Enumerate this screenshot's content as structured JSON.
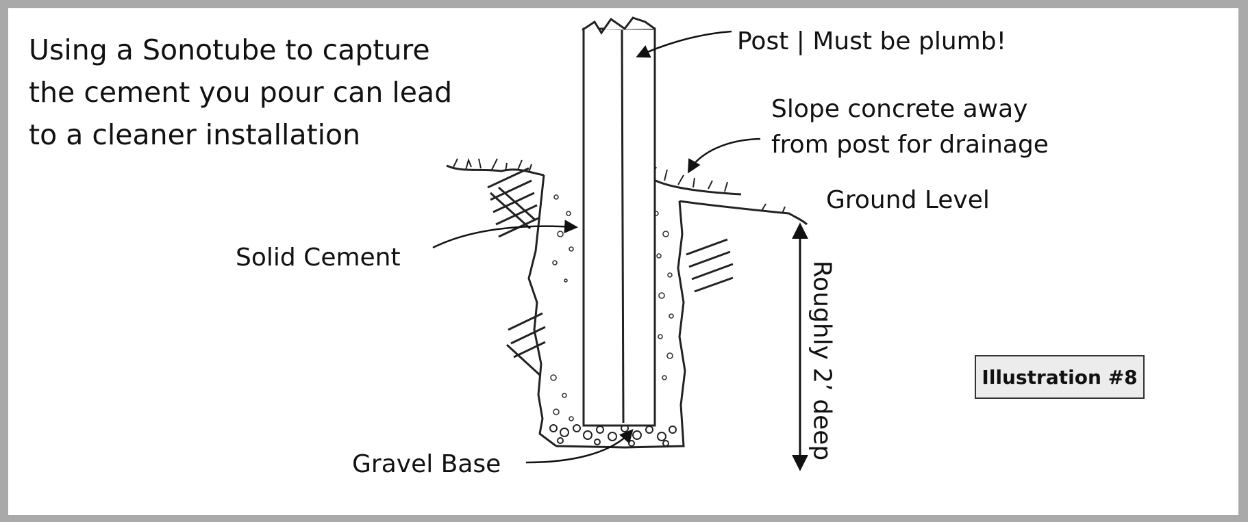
{
  "intro_lines": [
    "Using a Sonotube  to capture",
    "the cement you pour can lead",
    "to a cleaner installation"
  ],
  "labels": {
    "post": "Post | Must be plumb!",
    "slope": [
      "Slope concrete away",
      "from post for drainage"
    ],
    "ground": "Ground Level",
    "cement": "Solid Cement",
    "gravel": "Gravel Base",
    "depth": "Roughly 2’ deep"
  },
  "badge": "Illustration #8",
  "colors": {
    "frame": "#a9a9a9",
    "ink": "#111111",
    "badge_bg": "#ececec"
  }
}
